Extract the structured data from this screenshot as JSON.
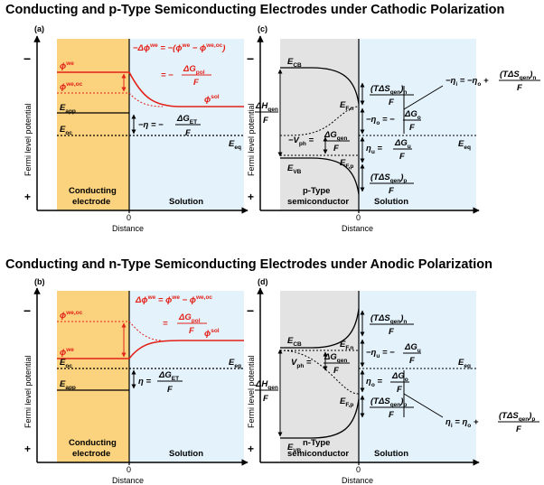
{
  "sections": {
    "top_title": "Conducting and p-Type Semiconducting Electrodes under Cathodic Polarization",
    "bottom_title": "Conducting and n-Type Semiconducting Electrodes under Anodic Polarization"
  },
  "panels": {
    "a": {
      "label": "(a)",
      "phi_we": "ϕ",
      "phi_we_sup": "we",
      "phi_weoc": "ϕ",
      "phi_weoc_sup": "we,oc",
      "phi_sol": "ϕ",
      "phi_sol_sup": "sol",
      "delta_phi": "−Δϕ",
      "delta_phi_sup": "we",
      "delta_phi_rhs": " = −(ϕ",
      "delta_phi_rhs_sup1": "we",
      "delta_phi_rhs_mid": " − ϕ",
      "delta_phi_rhs_sup2": "we,oc",
      "delta_phi_rhs_end": ")",
      "gpol_num": "ΔG",
      "gpol_sub": "pol",
      "gpol_prefix": "= −",
      "gpol_den": "F",
      "E_app": "E",
      "E_app_sub": "app",
      "E_oc": "E",
      "E_oc_sub": "oc",
      "E_eq": "E",
      "E_eq_sub": "eq",
      "eta_lhs": "−η = −",
      "eta_num": "ΔG",
      "eta_sub": "ET",
      "eta_den": "F",
      "region_left_1": "Conducting",
      "region_left_2": "electrode",
      "region_right": "Solution",
      "zero": "0",
      "x_label": "Distance"
    },
    "b": {
      "label": "(b)",
      "phi_weoc": "ϕ",
      "phi_weoc_sup": "we,oc",
      "phi_we": "ϕ",
      "phi_we_sup": "we",
      "phi_sol": "ϕ",
      "phi_sol_sup": "sol",
      "delta_phi": "Δϕ",
      "delta_phi_sup": "we",
      "delta_phi_rhs": " = ϕ",
      "delta_phi_rhs_sup1": "we",
      "delta_phi_rhs_mid": " − ϕ",
      "delta_phi_rhs_sup2": "we,oc",
      "gpol_num": "ΔG",
      "gpol_sub": "pol",
      "gpol_prefix": "=",
      "gpol_den": "F",
      "E_app": "E",
      "E_app_sub": "app",
      "E_oc": "E",
      "E_oc_sub": "oc",
      "E_eq": "E",
      "E_eq_sub": "eq",
      "eta_lhs": "η =",
      "eta_num": "ΔG",
      "eta_sub": "ET",
      "eta_den": "F",
      "region_left_1": "Conducting",
      "region_left_2": "electrode",
      "region_right": "Solution",
      "zero": "0",
      "x_label": "Distance"
    },
    "c": {
      "label": "(c)",
      "E_CB": "E",
      "E_CB_sub": "CB",
      "E_VB": "E",
      "E_VB_sub": "VB",
      "E_Fn": "E",
      "E_Fn_sub": "F,n",
      "E_Fp": "E",
      "E_Fp_sub": "F,p",
      "E_eq": "E",
      "E_eq_sub": "eq",
      "dH_num": "ΔH",
      "dH_sub": "gen",
      "dH_den": "F",
      "Vph_lhs": "−V",
      "Vph_sub": "ph",
      "Vph_eq": " =",
      "Vph_num": "ΔG",
      "Vph_num_sub": "gen",
      "Vph_den": "F",
      "TS_n_num": "(TΔS",
      "TS_n_sub": "gen",
      "TS_n_close": ")",
      "TS_n_sub2": "n",
      "TS_n_den": "F",
      "eta_o_lhs": "−η",
      "eta_o_sub": "o",
      "eta_o_eq": " = −",
      "eta_o_num": "ΔG",
      "eta_o_num_sub": "o",
      "eta_o_den": "F",
      "eta_u_lhs": "η",
      "eta_u_sub": "u",
      "eta_u_eq": " =",
      "eta_u_num": "ΔG",
      "eta_u_num_sub": "u",
      "eta_u_den": "F",
      "TS_p_num": "(TΔS",
      "TS_p_sub": "gen",
      "TS_p_close": ")",
      "TS_p_sub2": "p",
      "TS_p_den": "F",
      "eta_i_lhs": "−η",
      "eta_i_sub": "i",
      "eta_i_mid": " = −η",
      "eta_i_sub2": "o",
      "eta_i_plus": " +",
      "eta_i_num": "(TΔS",
      "eta_i_num_sub": "gen",
      "eta_i_num_close": ")",
      "eta_i_num_sub2": "n",
      "eta_i_den": "F",
      "region_left_1": "p-Type",
      "region_left_2": "semiconductor",
      "region_right": "Solution",
      "zero": "0",
      "x_label": "Distance"
    },
    "d": {
      "label": "(d)",
      "E_CB": "E",
      "E_CB_sub": "CB",
      "E_VB": "E",
      "E_VB_sub": "VB",
      "E_Fn": "E",
      "E_Fn_sub": "F,n",
      "E_Fp": "E",
      "E_Fp_sub": "F,p",
      "E_eq": "E",
      "E_eq_sub": "eq",
      "dH_num": "ΔH",
      "dH_sub": "gen",
      "dH_den": "F",
      "Vph_lhs": "V",
      "Vph_sub": "ph",
      "Vph_eq": " =",
      "Vph_num": "ΔG",
      "Vph_num_sub": "gen",
      "Vph_den": "F",
      "TS_n_num": "(TΔS",
      "TS_n_sub": "gen",
      "TS_n_close": ")",
      "TS_n_sub2": "n",
      "TS_n_den": "F",
      "eta_u_lhs": "−η",
      "eta_u_sub": "u",
      "eta_u_eq": " = −",
      "eta_u_num": "ΔG",
      "eta_u_num_sub": "u",
      "eta_u_den": "F",
      "eta_o_lhs": "η",
      "eta_o_sub": "o",
      "eta_o_eq": " =",
      "eta_o_num": "ΔG",
      "eta_o_num_sub": "o",
      "eta_o_den": "F",
      "TS_p_num": "(TΔS",
      "TS_p_sub": "gen",
      "TS_p_close": ")",
      "TS_p_sub2": "p",
      "TS_p_den": "F",
      "eta_i_lhs": "η",
      "eta_i_sub": "i",
      "eta_i_mid": " = η",
      "eta_i_sub2": "o",
      "eta_i_plus": " +",
      "eta_i_num": "(TΔS",
      "eta_i_num_sub": "gen",
      "eta_i_num_close": ")",
      "eta_i_num_sub2": "p",
      "eta_i_den": "F",
      "region_left_1": "n-Type",
      "region_left_2": "semiconductor",
      "region_right": "Solution",
      "zero": "0",
      "x_label": "Distance"
    }
  },
  "axis": {
    "y_label": "Fermi level potential",
    "minus": "−",
    "plus": "+"
  },
  "colors": {
    "electrode_fill": "#fbd27e",
    "solution_fill": "#e3f2fb",
    "semiconductor_fill": "#e3e3e3",
    "accent_red": "#e32119"
  }
}
